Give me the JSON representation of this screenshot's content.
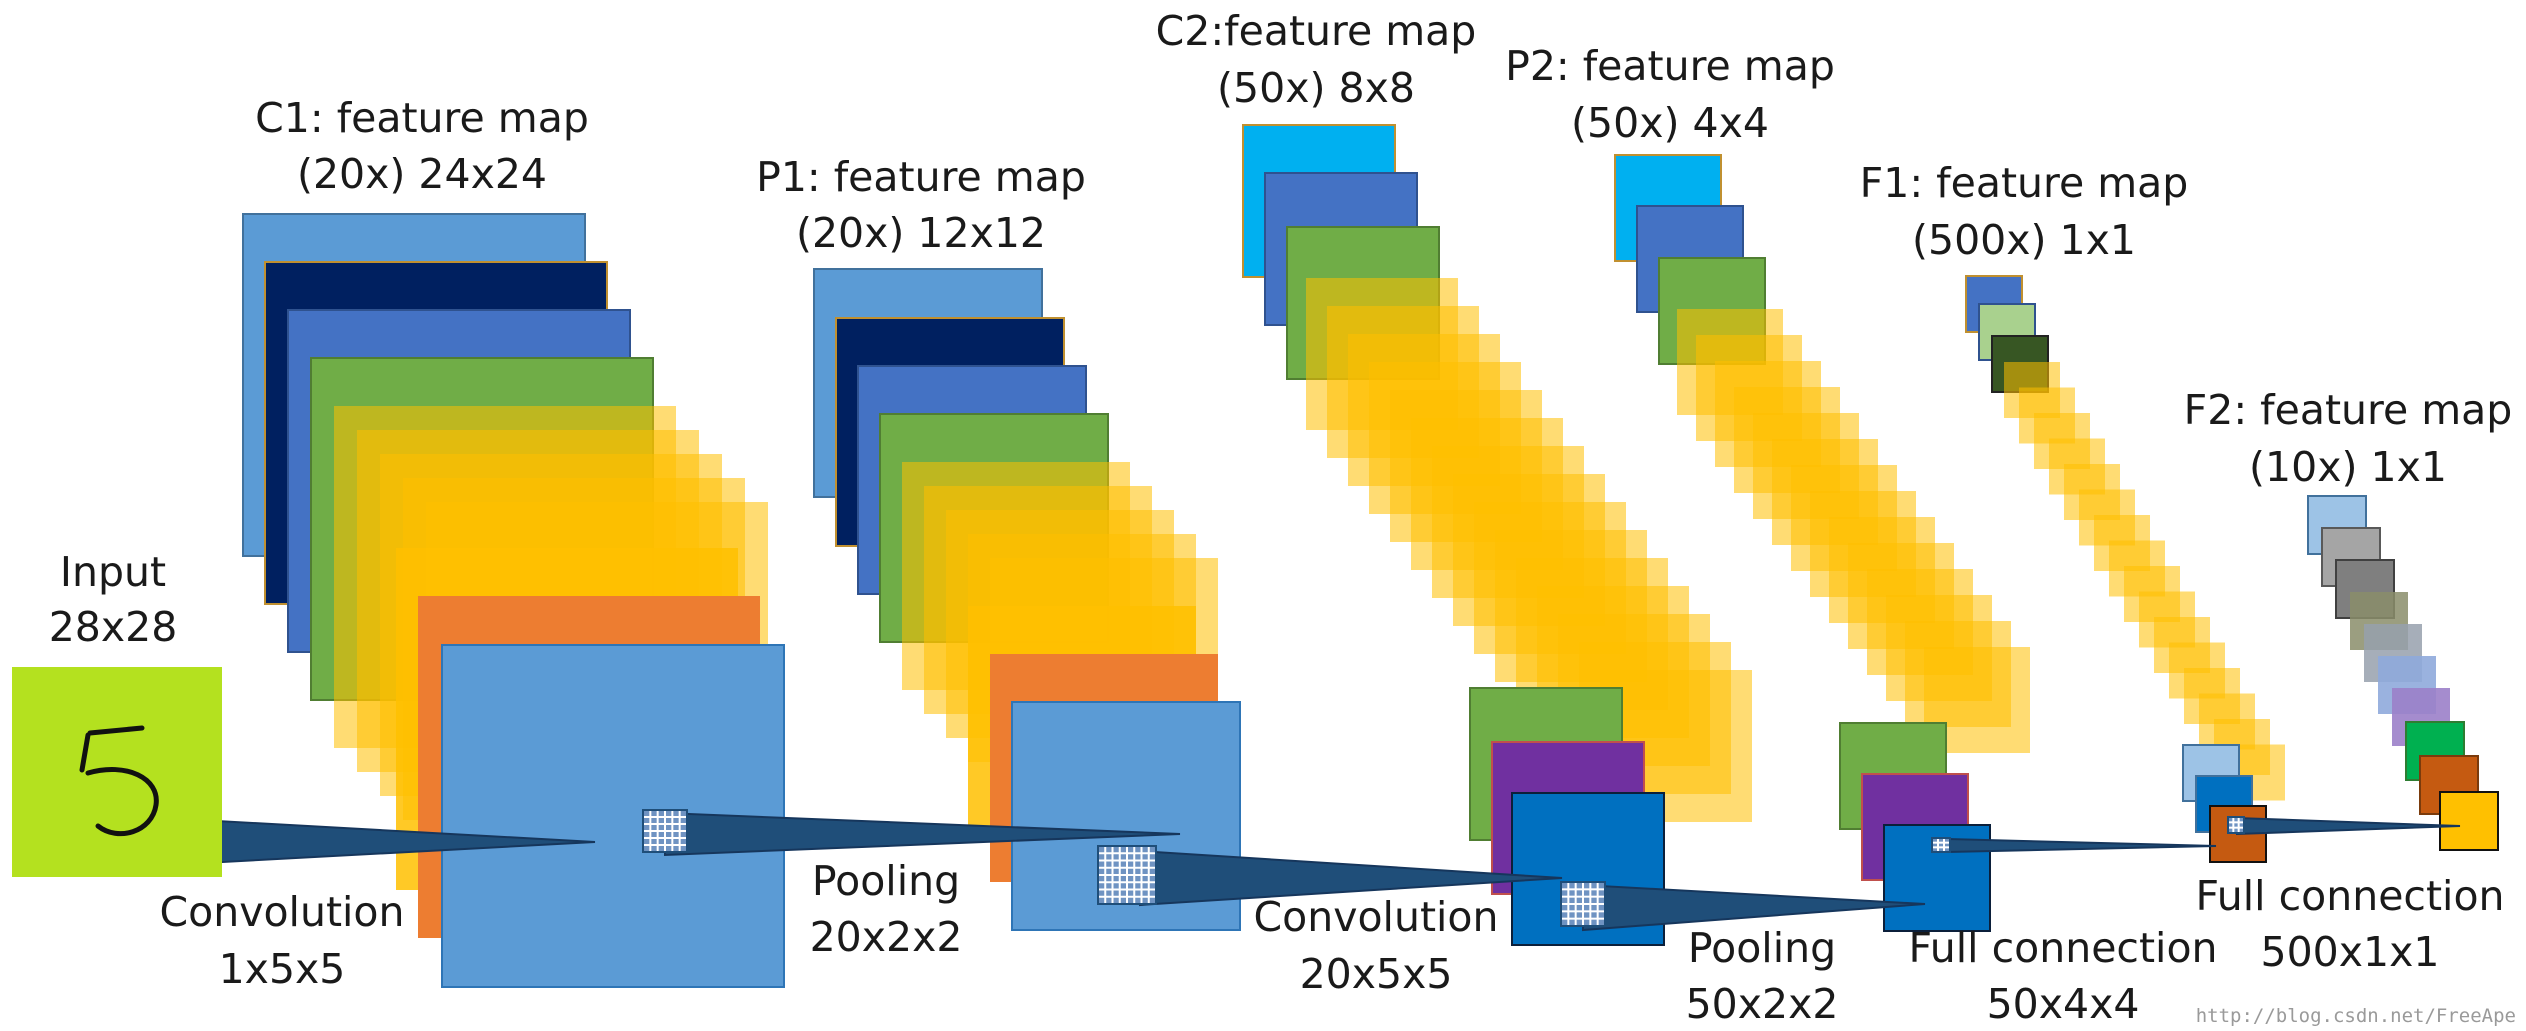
{
  "labels": {
    "input_title": "Input",
    "input_size": "28x28",
    "c1_title": "C1: feature map",
    "c1_size": "(20x) 24x24",
    "p1_title": "P1: feature map",
    "p1_size": "(20x) 12x12",
    "c2_title": "C2:feature map",
    "c2_size": "(50x) 8x8",
    "p2_title": "P2: feature map",
    "p2_size": "(50x) 4x4",
    "f1_title": "F1: feature map",
    "f1_size": "(500x) 1x1",
    "f2_title": "F2: feature map",
    "f2_size": "(10x) 1x1"
  },
  "operations": {
    "conv1_name": "Convolution",
    "conv1_size": "1x5x5",
    "pool1_name": "Pooling",
    "pool1_size": "20x2x2",
    "conv2_name": "Convolution",
    "conv2_size": "20x5x5",
    "pool2_name": "Pooling",
    "pool2_size": "50x2x2",
    "fc1_name": "Full connection",
    "fc1_size": "50x4x4",
    "fc2_name": "Full connection",
    "fc2_size": "500x1x1"
  },
  "input_digit": "5",
  "watermark": "http://blog.csdn.net/FreeApe",
  "colors": {
    "light_blue": "#5b9bd5",
    "navy": "#002060",
    "mid_blue": "#4472c4",
    "green": "#70ad47",
    "gold": "#ffc000",
    "orange": "#ed7d31",
    "cyan": "#00b0f0",
    "purple": "#7030a0",
    "deep_blue": "#0070c0",
    "dark_green": "#375623",
    "input_bg": "#b4e11f",
    "arrow": "#1f4e79"
  }
}
